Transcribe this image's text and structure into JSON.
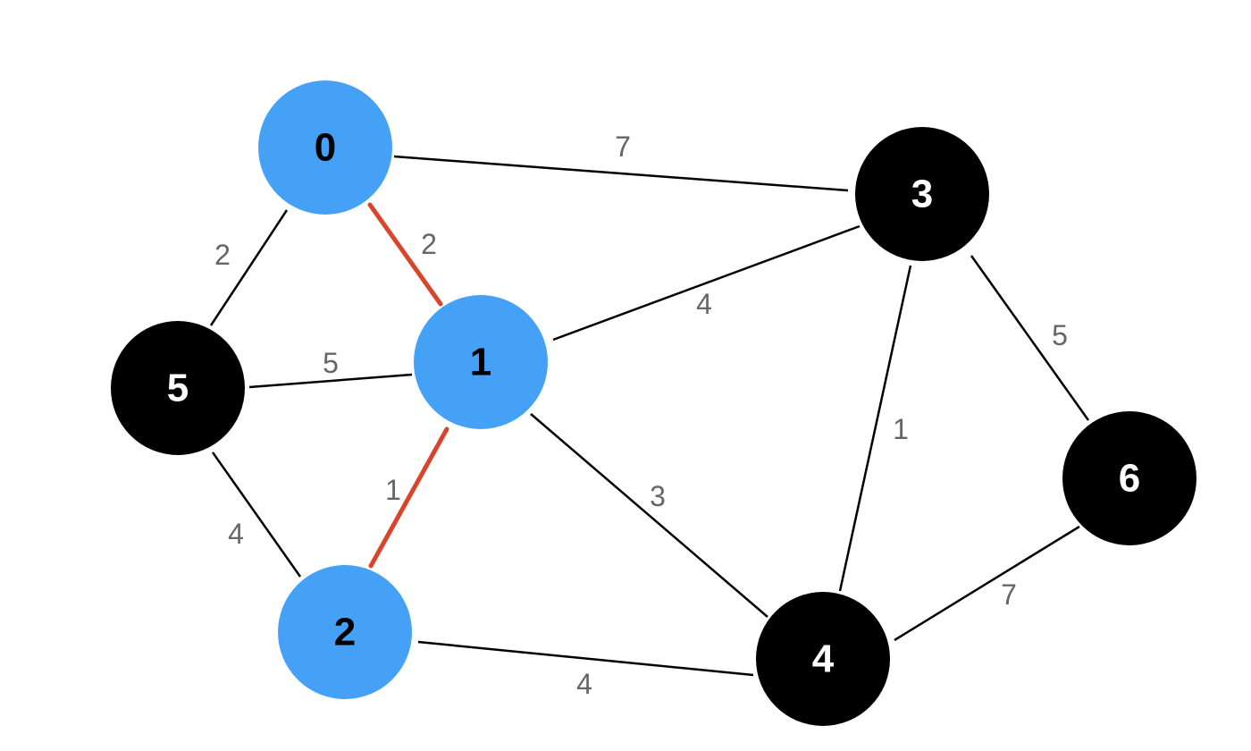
{
  "graph": {
    "colors": {
      "visited_node": "#44a1f6",
      "unvisited_node": "#000000",
      "visited_text": "#000000",
      "unvisited_text": "#ffffff",
      "edge": "#000000",
      "highlighted_edge": "#d9442d",
      "weight_text": "#666666"
    },
    "nodes": [
      {
        "id": "0",
        "label": "0",
        "visited": true
      },
      {
        "id": "1",
        "label": "1",
        "visited": true
      },
      {
        "id": "2",
        "label": "2",
        "visited": true
      },
      {
        "id": "3",
        "label": "3",
        "visited": false
      },
      {
        "id": "4",
        "label": "4",
        "visited": false
      },
      {
        "id": "5",
        "label": "5",
        "visited": false
      },
      {
        "id": "6",
        "label": "6",
        "visited": false
      }
    ],
    "edges": [
      {
        "from": "0",
        "to": "3",
        "weight": "7",
        "highlighted": false
      },
      {
        "from": "0",
        "to": "1",
        "weight": "2",
        "highlighted": true
      },
      {
        "from": "0",
        "to": "5",
        "weight": "2",
        "highlighted": false
      },
      {
        "from": "1",
        "to": "3",
        "weight": "4",
        "highlighted": false
      },
      {
        "from": "1",
        "to": "5",
        "weight": "5",
        "highlighted": false
      },
      {
        "from": "1",
        "to": "2",
        "weight": "1",
        "highlighted": true
      },
      {
        "from": "1",
        "to": "4",
        "weight": "3",
        "highlighted": false
      },
      {
        "from": "3",
        "to": "4",
        "weight": "1",
        "highlighted": false
      },
      {
        "from": "3",
        "to": "6",
        "weight": "5",
        "highlighted": false
      },
      {
        "from": "5",
        "to": "2",
        "weight": "4",
        "highlighted": false
      },
      {
        "from": "2",
        "to": "4",
        "weight": "4",
        "highlighted": false
      },
      {
        "from": "4",
        "to": "6",
        "weight": "7",
        "highlighted": false
      }
    ]
  }
}
